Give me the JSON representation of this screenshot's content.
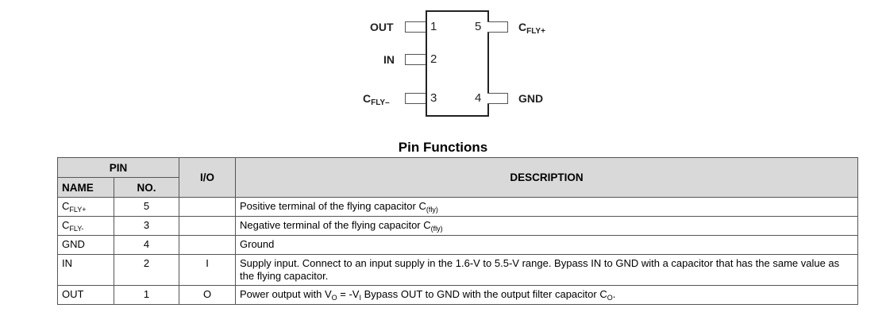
{
  "package_diagram": {
    "pins": [
      {
        "number": "1",
        "name": "OUT",
        "side": "left"
      },
      {
        "number": "2",
        "name": "IN",
        "side": "left"
      },
      {
        "number": "3",
        "name_main": "C",
        "name_sub": "FLY–",
        "side": "left"
      },
      {
        "number": "4",
        "name": "GND",
        "side": "right"
      },
      {
        "number": "5",
        "name_main": "C",
        "name_sub": "FLY+",
        "side": "right"
      }
    ]
  },
  "table": {
    "title": "Pin Functions",
    "headers": {
      "pin_group": "PIN",
      "name": "NAME",
      "no": "NO.",
      "io": "I/O",
      "description": "DESCRIPTION"
    },
    "rows": [
      {
        "name_main": "C",
        "name_sub": "FLY+",
        "no": "5",
        "io": "",
        "desc_main": "Positive terminal of the flying capacitor C",
        "desc_sub": "(fly)",
        "desc_tail": ""
      },
      {
        "name_main": "C",
        "name_sub": "FLY-",
        "no": "3",
        "io": "",
        "desc_main": "Negative terminal of the flying capacitor C",
        "desc_sub": "(fly)",
        "desc_tail": ""
      },
      {
        "name_main": "GND",
        "name_sub": "",
        "no": "4",
        "io": "",
        "desc_main": "Ground",
        "desc_sub": "",
        "desc_tail": ""
      },
      {
        "name_main": "IN",
        "name_sub": "",
        "no": "2",
        "io": "I",
        "desc_main": "Supply input. Connect to an input supply in the 1.6-V to 5.5-V range. Bypass IN to GND with a capacitor that has the same value as the flying capacitor.",
        "desc_sub": "",
        "desc_tail": ""
      },
      {
        "name_main": "OUT",
        "name_sub": "",
        "no": "1",
        "io": "O",
        "desc_parts": [
          "Power output with V",
          "O",
          " = -V",
          "I",
          " Bypass OUT to GND with the output filter capacitor C",
          "O",
          "."
        ]
      }
    ]
  }
}
